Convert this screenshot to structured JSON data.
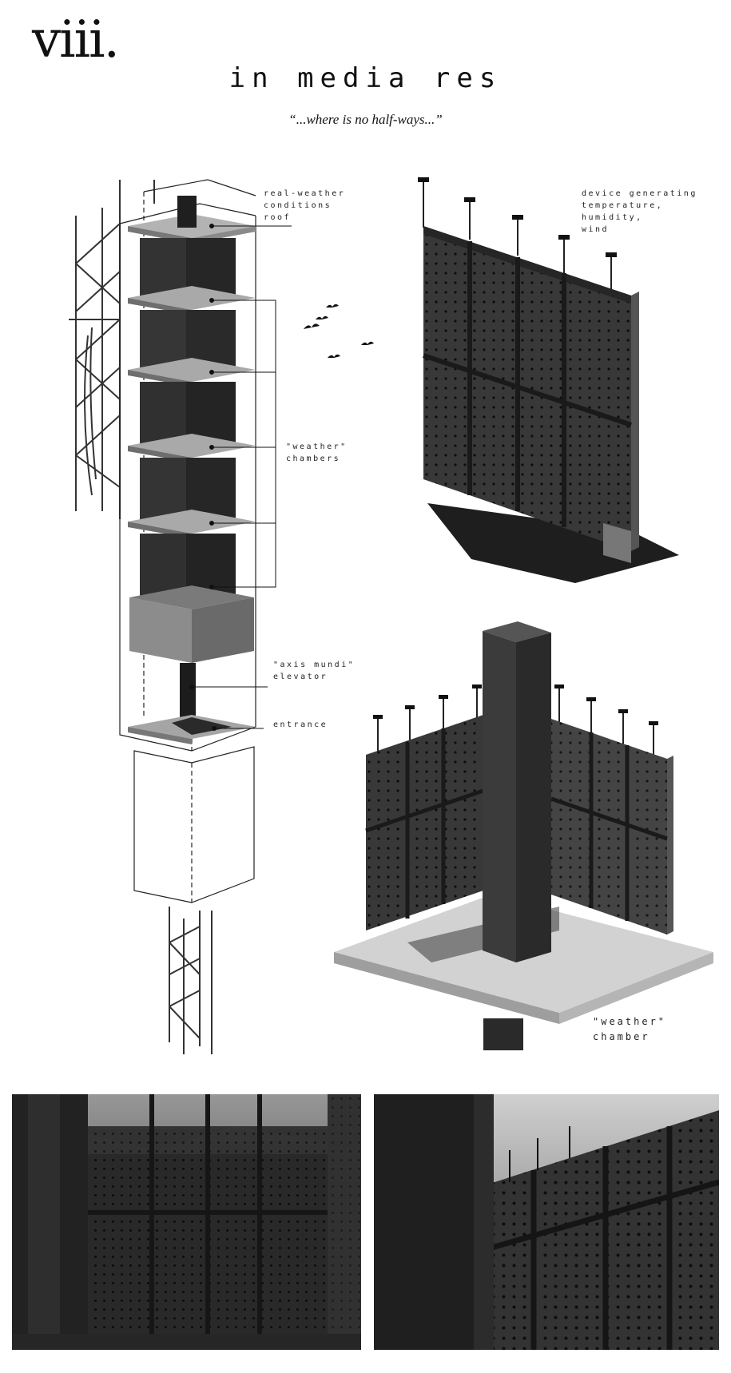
{
  "header": {
    "numeral": "viii.",
    "title": "in media res",
    "subtitle": "“...where is no half-ways...”"
  },
  "labels": {
    "roof": "real-weather\nconditions\nroof",
    "chambers": "\"weather\"\nchambers",
    "elevator": "\"axis mundi\"\nelevator",
    "entrance": "entrance",
    "device": "device generating\ntemperature,\nhumidity,\nwind",
    "chamber": "\"weather\"\nchamber"
  },
  "colors": {
    "concrete_dark": "#2e2e2e",
    "concrete_mid": "#555555",
    "concrete_light": "#9a9a9a",
    "slab": "#bdbdbd",
    "line": "#111111"
  }
}
